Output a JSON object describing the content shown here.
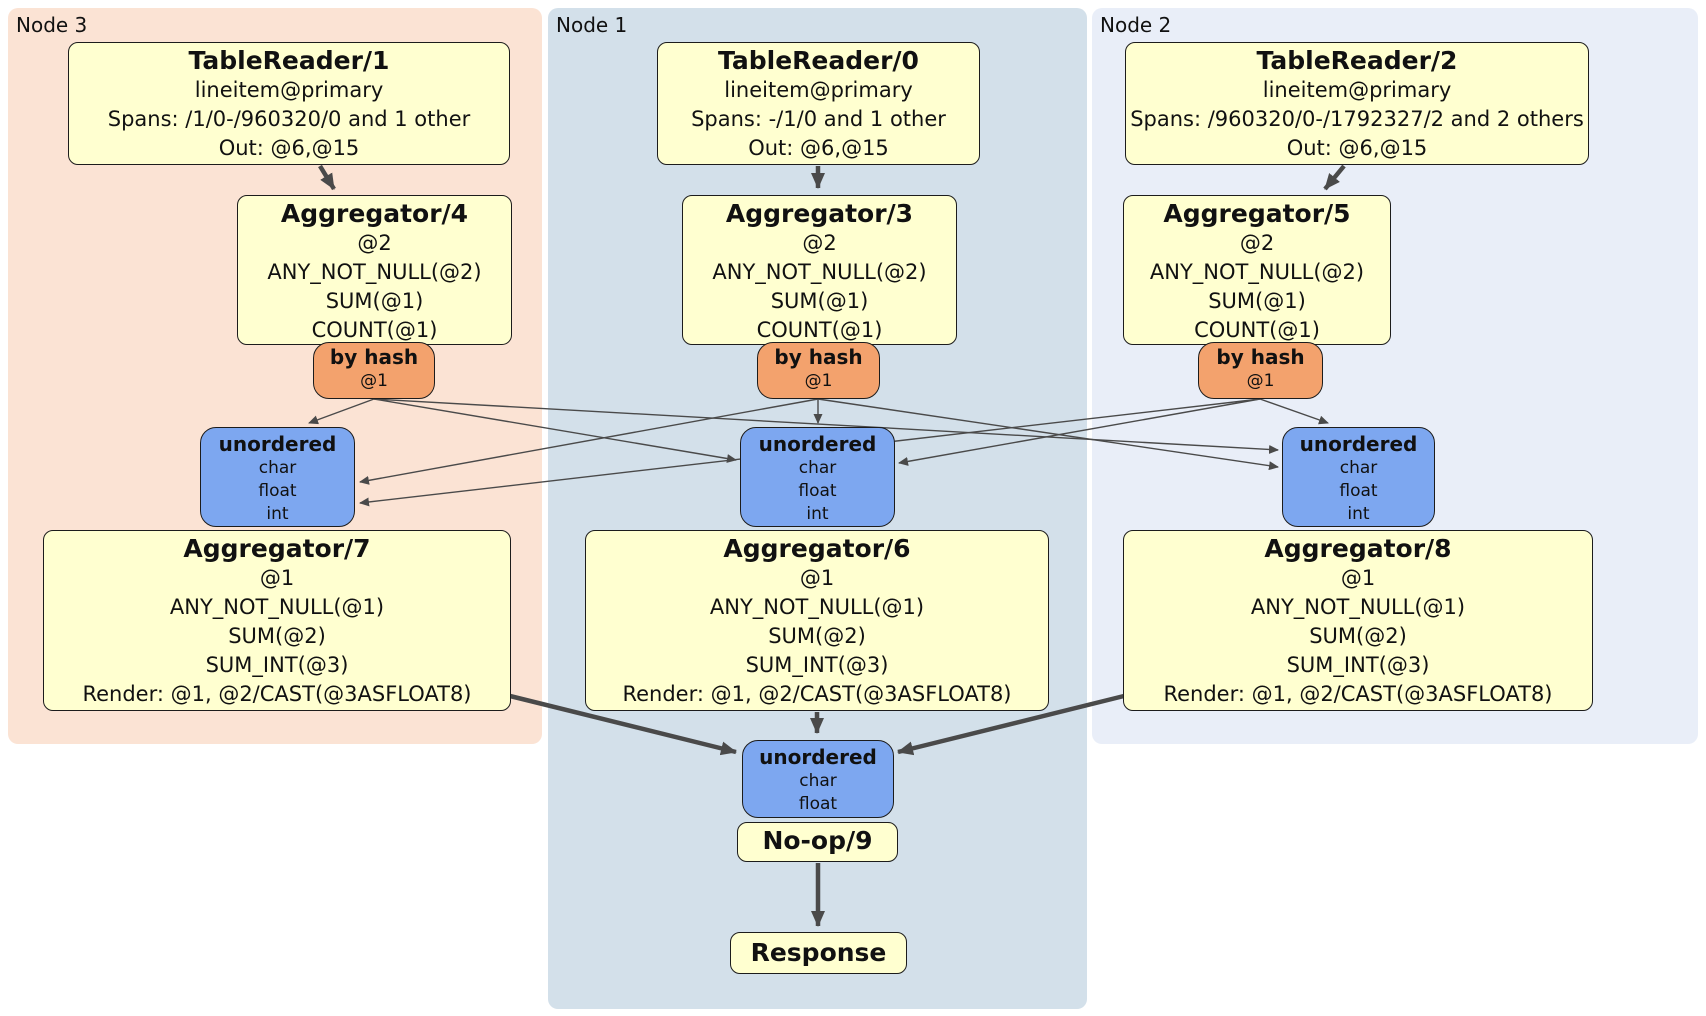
{
  "colors": {
    "node3-bg": "#FBE3D4",
    "node1-bg": "#D3E0EA",
    "node2-bg": "#E9EEF8",
    "box-bg": "#FFFFD0",
    "router-bg": "#F3A26D",
    "sync-bg": "#7DA7F0",
    "box-border": "#1C1C1C",
    "edge": "#4A4A4A",
    "text": "#111111"
  },
  "nodes": [
    {
      "label": "Node 3",
      "table_reader": {
        "title": "TableReader/1",
        "lines": [
          "lineitem@primary",
          "Spans: /1/0-/960320/0 and 1 other",
          "Out: @6,@15"
        ]
      },
      "aggregator_top": {
        "title": "Aggregator/4",
        "lines": [
          "@2",
          "ANY_NOT_NULL(@2)",
          "SUM(@1)",
          "COUNT(@1)"
        ]
      },
      "router": {
        "title": "by hash",
        "subtitle": "@1"
      },
      "sync": {
        "title": "unordered",
        "lines": [
          "char",
          "float",
          "int"
        ]
      },
      "aggregator_bottom": {
        "title": "Aggregator/7",
        "lines": [
          "@1",
          "ANY_NOT_NULL(@1)",
          "SUM(@2)",
          "SUM_INT(@3)",
          "Render: @1, @2/CAST(@3ASFLOAT8)"
        ]
      }
    },
    {
      "label": "Node 1",
      "table_reader": {
        "title": "TableReader/0",
        "lines": [
          "lineitem@primary",
          "Spans: -/1/0 and 1 other",
          "Out: @6,@15"
        ]
      },
      "aggregator_top": {
        "title": "Aggregator/3",
        "lines": [
          "@2",
          "ANY_NOT_NULL(@2)",
          "SUM(@1)",
          "COUNT(@1)"
        ]
      },
      "router": {
        "title": "by hash",
        "subtitle": "@1"
      },
      "sync": {
        "title": "unordered",
        "lines": [
          "char",
          "float",
          "int"
        ]
      },
      "aggregator_bottom": {
        "title": "Aggregator/6",
        "lines": [
          "@1",
          "ANY_NOT_NULL(@1)",
          "SUM(@2)",
          "SUM_INT(@3)",
          "Render: @1, @2/CAST(@3ASFLOAT8)"
        ]
      }
    },
    {
      "label": "Node 2",
      "table_reader": {
        "title": "TableReader/2",
        "lines": [
          "lineitem@primary",
          "Spans: /960320/0-/1792327/2 and 2 others",
          "Out: @6,@15"
        ]
      },
      "aggregator_top": {
        "title": "Aggregator/5",
        "lines": [
          "@2",
          "ANY_NOT_NULL(@2)",
          "SUM(@1)",
          "COUNT(@1)"
        ]
      },
      "router": {
        "title": "by hash",
        "subtitle": "@1"
      },
      "sync": {
        "title": "unordered",
        "lines": [
          "char",
          "float",
          "int"
        ]
      },
      "aggregator_bottom": {
        "title": "Aggregator/8",
        "lines": [
          "@1",
          "ANY_NOT_NULL(@1)",
          "SUM(@2)",
          "SUM_INT(@3)",
          "Render: @1, @2/CAST(@3ASFLOAT8)"
        ]
      }
    }
  ],
  "final_sync": {
    "title": "unordered",
    "lines": [
      "char",
      "float"
    ]
  },
  "noop_label": "No-op/9",
  "response_label": "Response"
}
